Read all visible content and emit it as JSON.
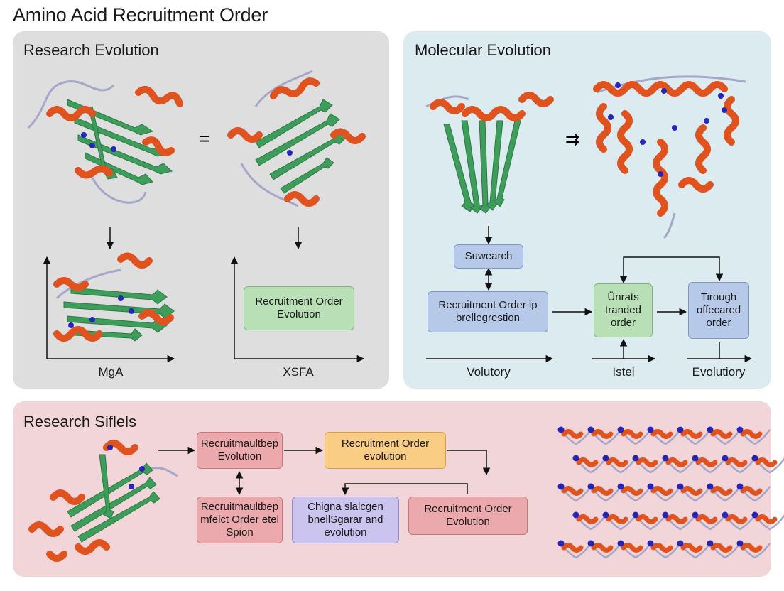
{
  "title": "Amino Acid Recruitment Order",
  "panels": {
    "research_evolution": {
      "title": "Research Evolution",
      "equals_symbol": "=",
      "box": "Recruitment Order Evolution",
      "axis_label_left": "MgA",
      "axis_label_right": "XSFA"
    },
    "molecular_evolution": {
      "title": "Molecular Evolution",
      "arrow_symbol": "⇉",
      "search_box": "Suwearch",
      "main_box": "Recruitment Order ip brellegrestion",
      "mid_box": "Ünrats tranded order",
      "right_box": "Tirough offecared order",
      "label_left": "Volutory",
      "label_mid": "Istel",
      "label_right": "Evolutiory"
    },
    "research_sifiels": {
      "title": "Research Siflels",
      "box_top_left": "Recruitmaultbep Evolution",
      "box_top_mid": "Recruitment Order evolution",
      "box_bottom_left": "Recruitmaultbep mfelct Order etel Spion",
      "box_bottom_mid": "Chigna slalcgen bnellSgarar and evolution",
      "box_bottom_right": "Recruitment Order Evolution"
    }
  },
  "colors": {
    "helix": "#e0531f",
    "strand": "#3f9d5c",
    "loop": "#a6a6c9",
    "atom": "#2326b8"
  }
}
